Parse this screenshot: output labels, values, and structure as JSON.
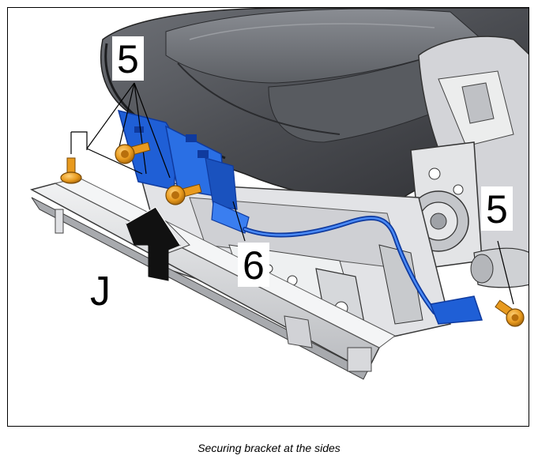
{
  "callouts": {
    "screw_group_left": "5",
    "screw_right": "5",
    "bracket": "6",
    "view_direction": "J"
  },
  "caption": "Securing bracket at the sides",
  "colors": {
    "bracket_blue": "#1f5fd6",
    "bracket_dark": "#0f3a9e",
    "screw_orange": "#e89a1e",
    "seat_dark": "#4b4d52",
    "seat_mid": "#7d8086",
    "frame_light": "#dcdde0",
    "arrow_black": "#111111"
  },
  "icons": [
    "screw-icon",
    "view-arrow-icon"
  ]
}
